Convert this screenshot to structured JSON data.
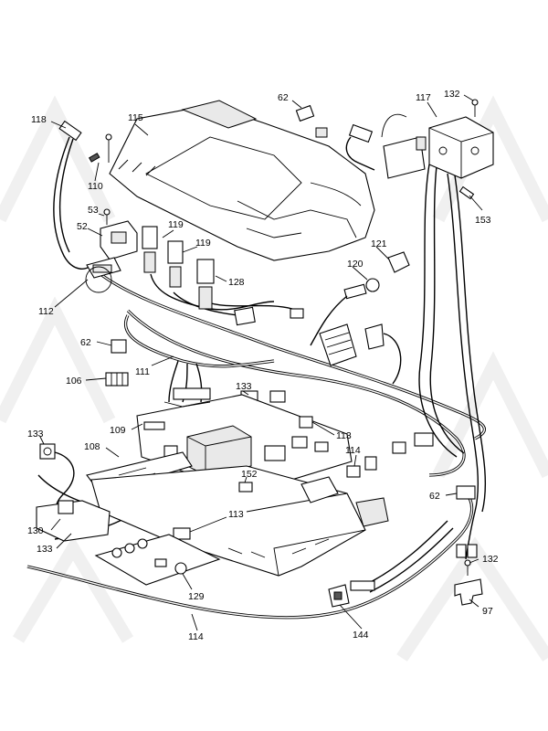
{
  "labels": [
    {
      "id": "118",
      "text": "118"
    },
    {
      "id": "115",
      "text": "115"
    },
    {
      "id": "62a",
      "text": "62"
    },
    {
      "id": "117",
      "text": "117"
    },
    {
      "id": "132a",
      "text": "132"
    },
    {
      "id": "110",
      "text": "110"
    },
    {
      "id": "53",
      "text": "53"
    },
    {
      "id": "52",
      "text": "52"
    },
    {
      "id": "119a",
      "text": "119"
    },
    {
      "id": "119b",
      "text": "119"
    },
    {
      "id": "128",
      "text": "128"
    },
    {
      "id": "153",
      "text": "153"
    },
    {
      "id": "121",
      "text": "121"
    },
    {
      "id": "120",
      "text": "120"
    },
    {
      "id": "112",
      "text": "112"
    },
    {
      "id": "62b",
      "text": "62"
    },
    {
      "id": "111",
      "text": "111"
    },
    {
      "id": "106",
      "text": "106"
    },
    {
      "id": "133a",
      "text": "133"
    },
    {
      "id": "109",
      "text": "109"
    },
    {
      "id": "113a",
      "text": "113"
    },
    {
      "id": "133b",
      "text": "133"
    },
    {
      "id": "108",
      "text": "108"
    },
    {
      "id": "114a",
      "text": "114"
    },
    {
      "id": "152",
      "text": "152"
    },
    {
      "id": "62c",
      "text": "62"
    },
    {
      "id": "130",
      "text": "130"
    },
    {
      "id": "113b",
      "text": "113"
    },
    {
      "id": "133c",
      "text": "133"
    },
    {
      "id": "132b",
      "text": "132"
    },
    {
      "id": "129",
      "text": "129"
    },
    {
      "id": "97",
      "text": "97"
    },
    {
      "id": "114b",
      "text": "114"
    },
    {
      "id": "144",
      "text": "144"
    }
  ]
}
